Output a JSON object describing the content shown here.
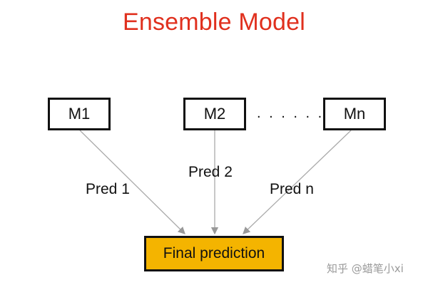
{
  "title": "Ensemble Model",
  "models": [
    {
      "label": "M1"
    },
    {
      "label": "M2"
    },
    {
      "label": "Mn"
    }
  ],
  "ellipsis": ". . . . . .",
  "predictions": [
    {
      "label": "Pred 1"
    },
    {
      "label": "Pred 2"
    },
    {
      "label": "Pred n"
    }
  ],
  "final": {
    "label": "Final prediction"
  },
  "watermark": "知乎 @蜡笔小xi",
  "colors": {
    "title": "#e0301e",
    "final_fill": "#f4b400",
    "arrow": "#aaaaaa"
  }
}
